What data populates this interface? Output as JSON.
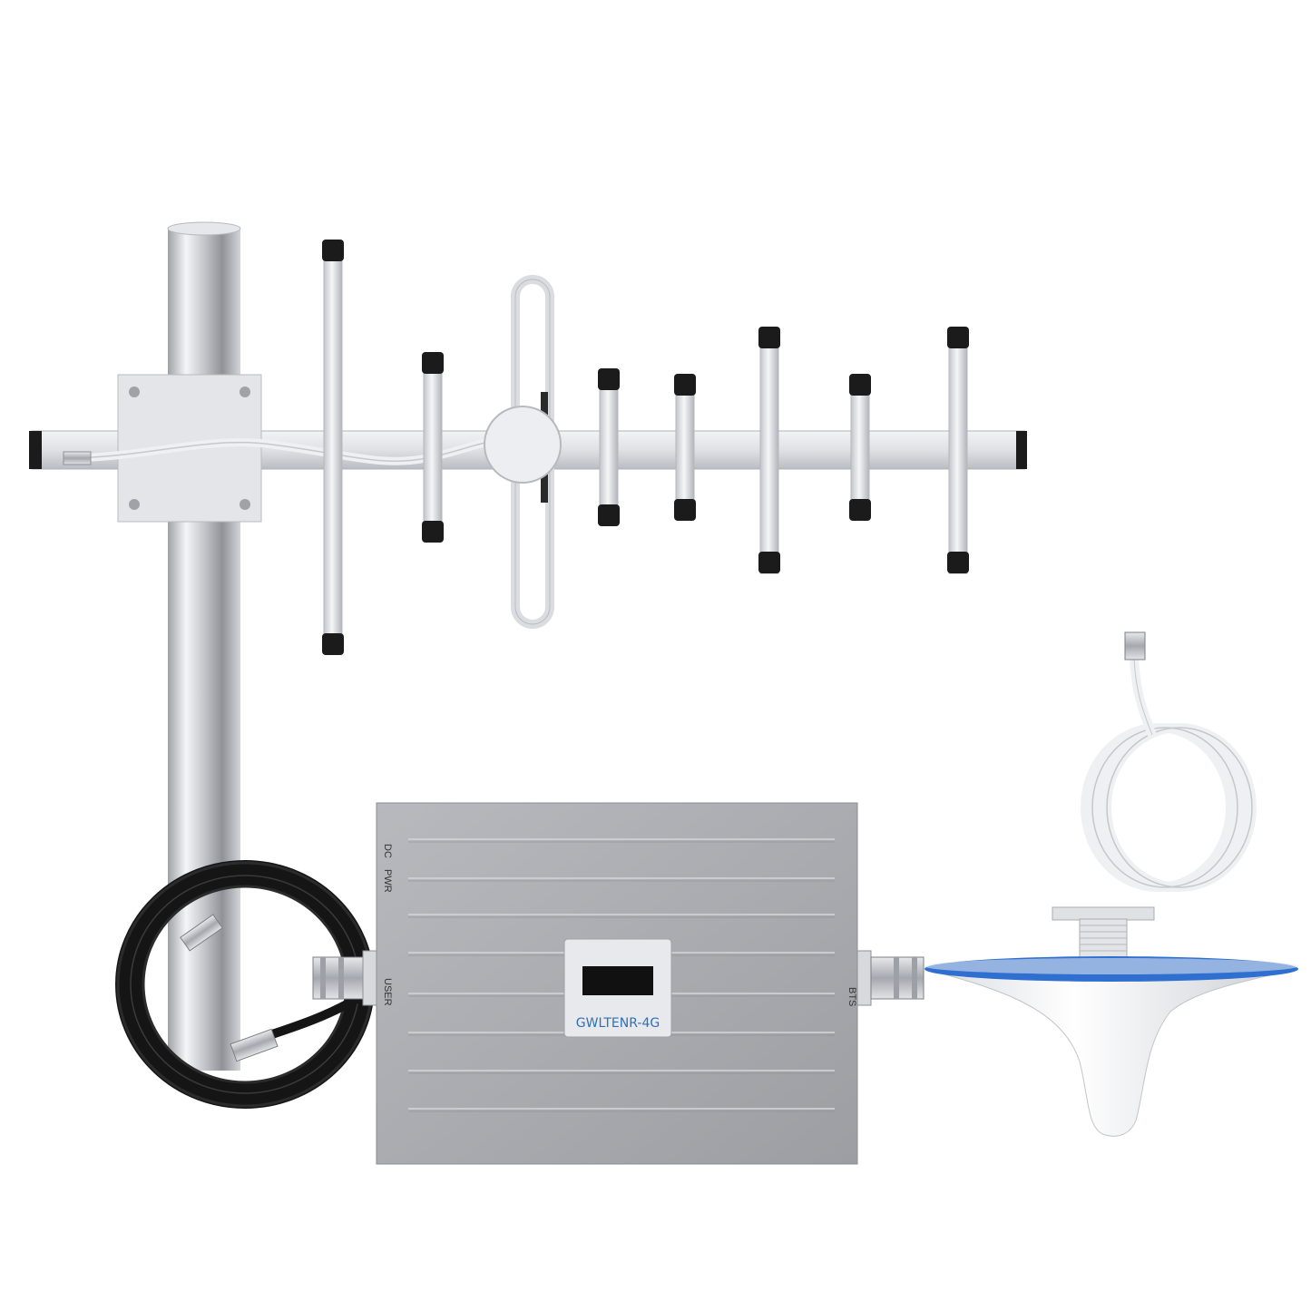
{
  "product": {
    "model_label": "GWLTENR-4G",
    "port_labels": {
      "dc": "DC",
      "pwr": "PWR",
      "user": "USER",
      "bts": "BTS"
    }
  },
  "colors": {
    "background": "#ffffff",
    "metal": "#d9dbe0",
    "booster_body": "#a9abb0",
    "cap": "#1b1b1b",
    "cable_black": "#151515",
    "cable_white": "#eef0f2",
    "dome_accent": "#2f6fd0",
    "model_text": "#2f6fb8",
    "display": "#111111"
  },
  "icons": {
    "yagi_antenna": "yagi-antenna-icon",
    "mast": "mast-pole-icon",
    "booster": "signal-booster-icon",
    "dome_antenna": "ceiling-dome-antenna-icon",
    "coax_coil": "coax-cable-coil-icon"
  }
}
